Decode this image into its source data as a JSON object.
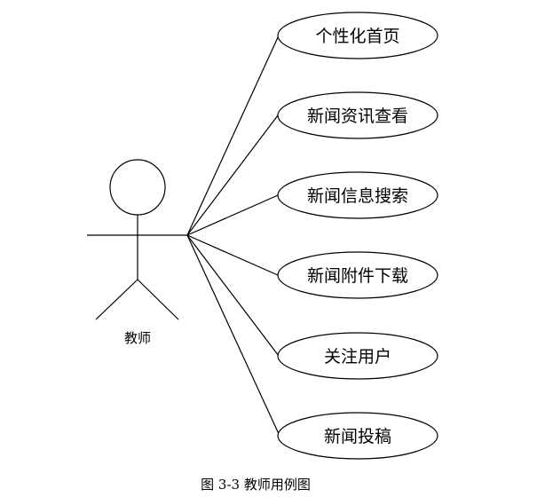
{
  "actor": {
    "label": "教师"
  },
  "use_cases": [
    {
      "label": "个性化首页"
    },
    {
      "label": "新闻资讯查看"
    },
    {
      "label": "新闻信息搜索"
    },
    {
      "label": "新闻附件下载"
    },
    {
      "label": "关注用户"
    },
    {
      "label": "新闻投稿"
    }
  ],
  "caption": "图 3-3 教师用例图"
}
